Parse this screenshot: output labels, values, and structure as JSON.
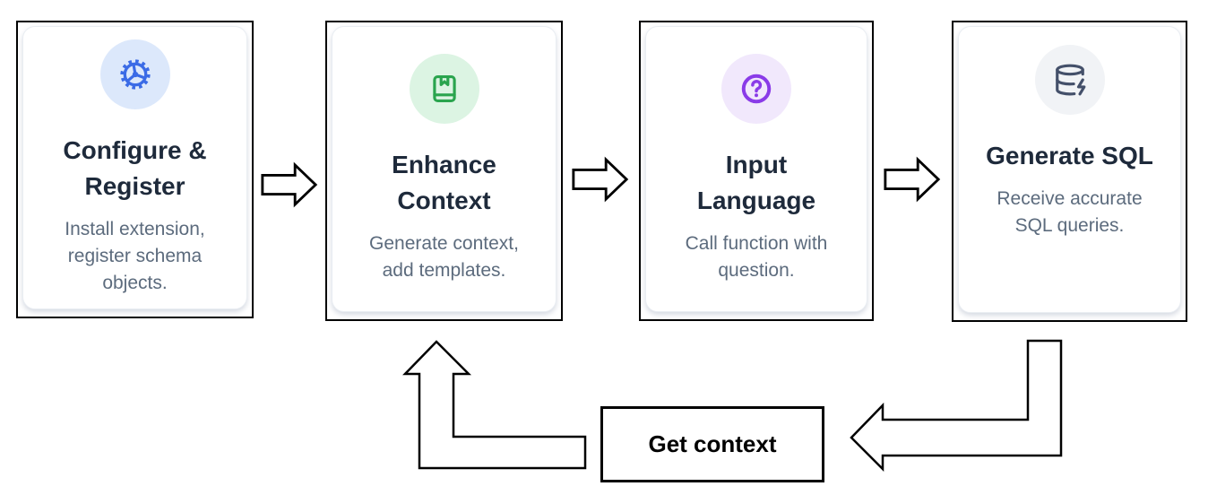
{
  "diagram": {
    "canvas": {
      "background": "#ffffff",
      "outline_color": "#000000"
    },
    "text_colors": {
      "title": "#1e2a3b",
      "description": "#5c6b7d"
    },
    "steps": [
      {
        "title": "Configure & Register",
        "title_lines": [
          "Configure &",
          "Register"
        ],
        "description": "Install extension, register schema objects.",
        "description_lines": [
          "Install extension,",
          "register schema",
          "objects."
        ],
        "icon": "gear-icon",
        "icon_color": "#3b6be6",
        "icon_bg": "#dce8fb"
      },
      {
        "title": "Enhance Context",
        "title_lines": [
          "Enhance",
          "Context"
        ],
        "description": "Generate context, add templates.",
        "description_lines": [
          "Generate context,",
          "add templates."
        ],
        "icon": "book-marked-icon",
        "icon_color": "#2aa44e",
        "icon_bg": "#dcf4e3"
      },
      {
        "title": "Input Language",
        "title_lines": [
          "Input",
          "Language"
        ],
        "description": "Call function with question.",
        "description_lines": [
          "Call function with",
          "question."
        ],
        "icon": "question-circle-icon",
        "icon_color": "#8a3be8",
        "icon_bg": "#f1e8fc"
      },
      {
        "title": "Generate SQL",
        "title_lines": [
          "Generate SQL"
        ],
        "description": "Receive accurate SQL queries.",
        "description_lines": [
          "Receive accurate",
          "SQL queries."
        ],
        "icon": "database-zap-icon",
        "icon_color": "#44506a",
        "icon_bg": "#f1f3f6"
      }
    ],
    "loop": {
      "label": "Get context"
    }
  }
}
